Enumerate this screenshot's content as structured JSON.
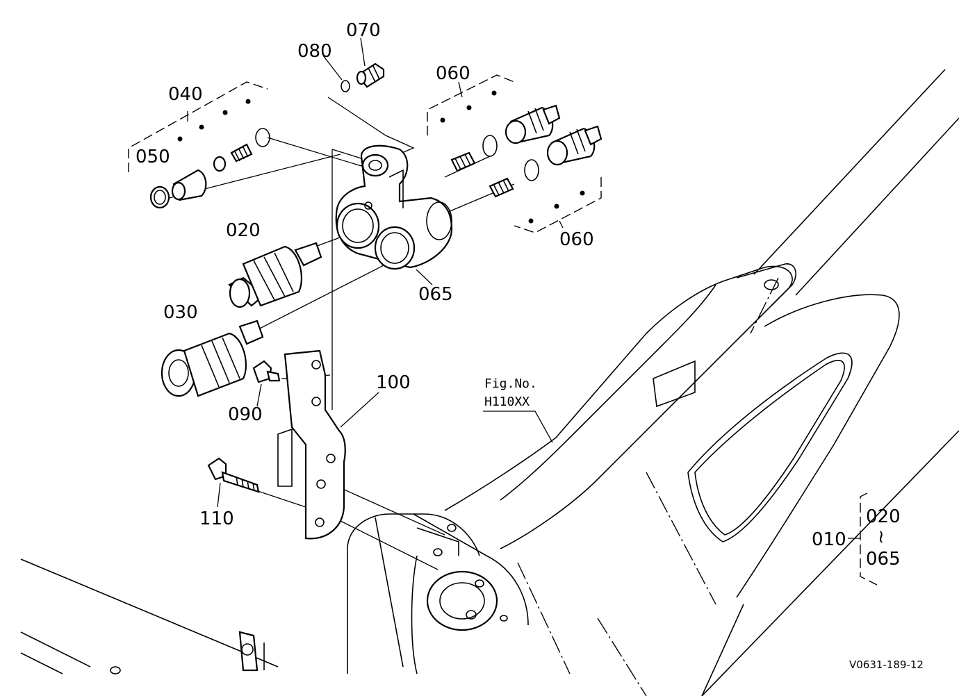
{
  "callouts": {
    "p010": "010",
    "p020": "020",
    "p030": "030",
    "p040": "040",
    "p050": "050",
    "p060_top": "060",
    "p060_bottom": "060",
    "p065": "065",
    "p070": "070",
    "p080": "080",
    "p090": "090",
    "p100": "100",
    "p110": "110"
  },
  "range": {
    "from": "020",
    "tilde": "≀",
    "to": "065"
  },
  "figure_ref": {
    "line1": "Fig.No.",
    "line2": "H110XX"
  },
  "drawing_code": "V0631-189-12"
}
